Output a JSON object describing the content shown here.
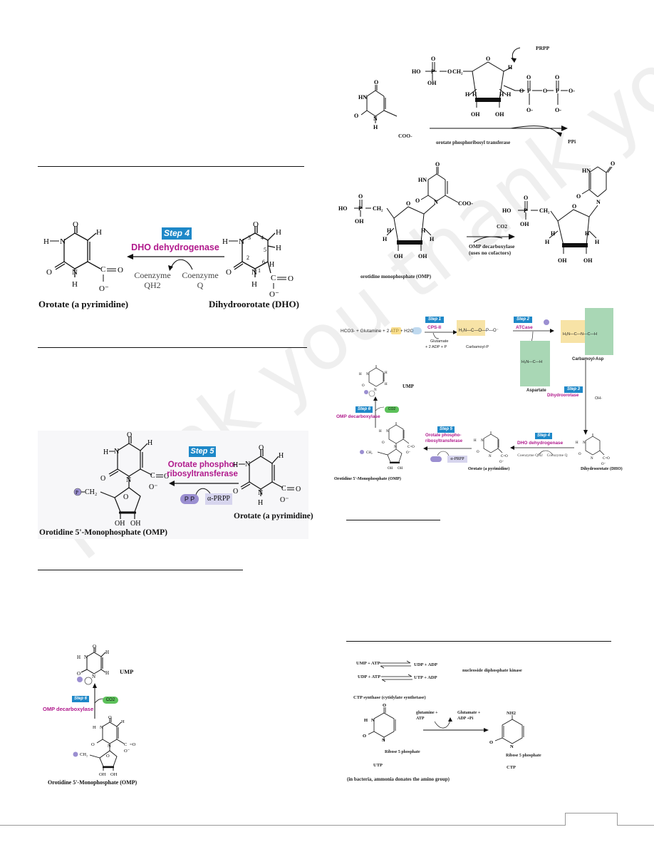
{
  "watermark": "Thank you thank you",
  "step4": {
    "badge": "Step 4",
    "enzyme": "DHO dehydrogenase",
    "cofactor_left_1": "Coenzyme",
    "cofactor_left_2": "QH2",
    "cofactor_right_1": "Coenzyme",
    "cofactor_right_2": "Q",
    "product": "Orotate (a pyrimidine)",
    "substrate": "Dihydroorotate (DHO)"
  },
  "step5": {
    "badge": "Step 5",
    "enzyme_1": "Orotate phospho-",
    "enzyme_2": "ribosyltransferase",
    "pp": "P P",
    "prpp": "α-PRPP",
    "product": "Orotidine 5'-Monophosphate (OMP)",
    "substrate": "Orotate (a pyrimidine)"
  },
  "step6": {
    "badge": "Step 6",
    "enzyme": "OMP decarboxylase",
    "co2": "CO2",
    "product": "UMP",
    "substrate": "Orotidine 5'-Monophosphate (OMP)"
  },
  "prpp_reaction": {
    "prpp": "PRPP",
    "enzyme": "orotate phosphoribosyl transferase",
    "ppi": "PPi",
    "ho": "HO",
    "oh": "OH",
    "coo": "COO-"
  },
  "omp_decarb": {
    "co2": "CO2",
    "enzyme_1": "OMP decarboxylase",
    "enzyme_2": "(uses no cofactors)",
    "omp_label": "orotidine monophosphate (OMP)"
  },
  "pathway": {
    "start": "HCO3- + Glutamine + 2 ATP + H2O",
    "step1": "Step 1",
    "cps": "CPS-II",
    "glutamate": "Glutamate",
    "adp": "+ 2 ADP + P",
    "carbamoyl_p": "Carbamoyl-P",
    "step2": "Step 2",
    "atcase": "ATCase",
    "carbamoyl_asp": "Carbamoyl-Asp",
    "aspartate": "Aspartate",
    "step3": "Step 3",
    "dihydroorotase": "Dihydroorotase",
    "oh": "OH-",
    "step4": "Step 4",
    "dho_dehyd": "DHO dehydrogenase",
    "dho": "Dihydroorotate (DHO)",
    "coenzyme_qh2": "Coenzyme QH2",
    "coenzyme_q": "Coenzyme Q",
    "orotate": "Orotate (a pyrimidine)",
    "step5": "Step 5",
    "oprt_1": "Orotate phospho-",
    "oprt_2": "ribosyltransferase",
    "prpp": "α-PRPP",
    "omp": "Orotidine 5'-Monophosphate (OMP)",
    "step6": "Step 6",
    "omp_dec": "OMP decarboxylase",
    "co2": "CO2",
    "ump": "UMP"
  },
  "kinase": {
    "r1_left": "UMP + ATP",
    "r1_right": "UDP + ADP",
    "r2_left": "UDP + ATP",
    "r2_right": "UTP + ADP",
    "enzyme": "nucleoside diphosphate kinase"
  },
  "ctp": {
    "title": "CTP  synthase (cytidylate synthetase)",
    "glutamine_1": "glutamine +",
    "glutamine_2": "ATP",
    "glutamate_1": "Glutamate +",
    "glutamate_2": "ADP +Pi",
    "nh2": "NH2",
    "ribose_left": "Ribose 5 phosphate",
    "ribose_right": "Ribose 5 phosphate",
    "utp": "UTP",
    "ctp": "CTP",
    "note": "(in bacteria, ammonia donates the amino group)"
  }
}
